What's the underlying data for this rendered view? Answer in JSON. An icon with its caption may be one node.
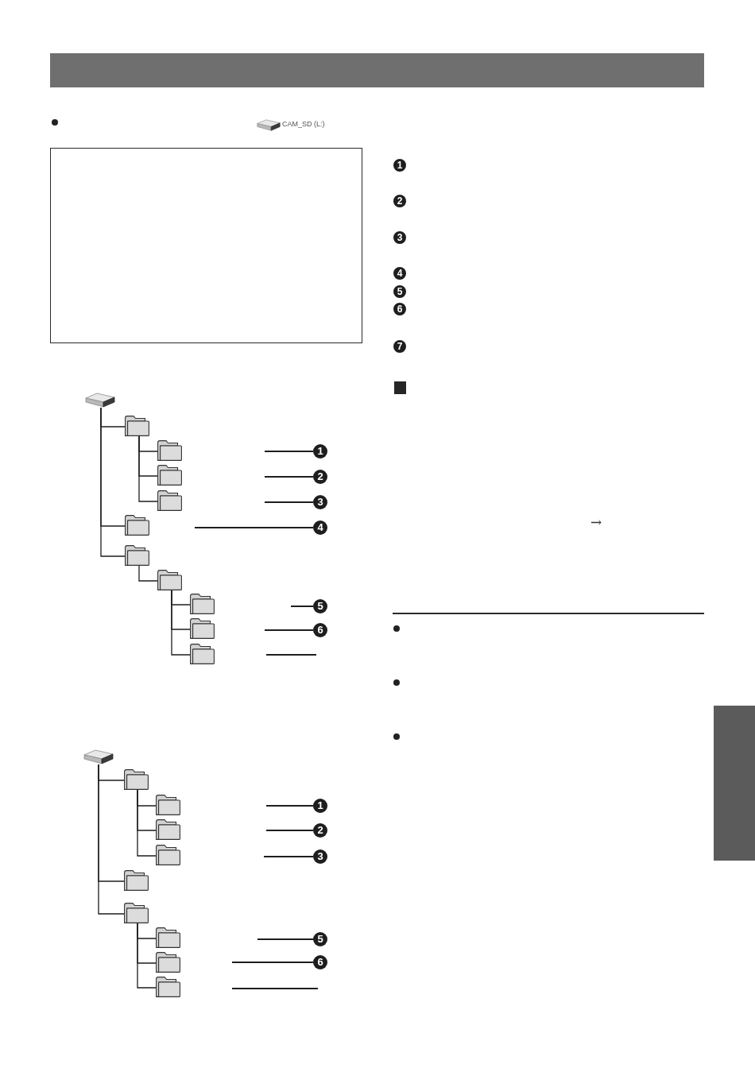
{
  "diagram": {
    "nodes": [
      {
        "text": [],
        "shape": "drive"
      },
      {
        "text": [],
        "shape": "folder"
      },
      {
        "text": [],
        "shape": "folder"
      },
      {
        "text": [
          "1"
        ]
      },
      {
        "text": [],
        "shape": "folder"
      },
      {
        "text": [
          "2"
        ]
      },
      {
        "text": [],
        "shape": "folder"
      },
      {
        "text": [
          "3"
        ]
      },
      {
        "text": [],
        "shape": "folder"
      },
      {
        "text": [
          "4"
        ]
      },
      {
        "text": [],
        "shape": "folder"
      },
      {
        "text": [],
        "shape": "folder"
      },
      {
        "text": [],
        "shape": "folder"
      },
      {
        "text": [
          "5"
        ]
      },
      {
        "text": [],
        "shape": "folder"
      },
      {
        "text": [
          "6"
        ]
      },
      {
        "text": [],
        "shape": "folder"
      },
      {
        "text": [],
        "shape": "drive"
      },
      {
        "text": [],
        "shape": "folder"
      },
      {
        "text": [],
        "shape": "folder"
      },
      {
        "text": [
          "1"
        ]
      },
      {
        "text": [],
        "shape": "folder"
      },
      {
        "text": [
          "2"
        ]
      },
      {
        "text": [],
        "shape": "folder"
      },
      {
        "text": [
          "3"
        ]
      },
      {
        "text": [],
        "shape": "folder"
      },
      {
        "text": [],
        "shape": "folder"
      },
      {
        "text": [],
        "shape": "folder"
      },
      {
        "text": [
          "5"
        ]
      },
      {
        "text": [],
        "shape": "folder"
      },
      {
        "text": [
          "6"
        ]
      },
      {
        "text": [],
        "shape": "folder"
      },
      {
        "text": [
          "1"
        ]
      },
      {
        "text": [
          "2"
        ]
      },
      {
        "text": [
          "3"
        ]
      },
      {
        "text": [
          "4"
        ]
      },
      {
        "text": [
          "5"
        ]
      },
      {
        "text": [
          "6"
        ]
      },
      {
        "text": [
          "7"
        ]
      },
      {
        "text": [],
        "shape": "bar"
      }
    ],
    "edges": [
      {
        "from": 0,
        "to": 1,
        "arrow": "none"
      },
      {
        "from": 1,
        "to": 2,
        "arrow": "none"
      },
      {
        "from": 3,
        "to": null,
        "arrow": "none"
      },
      {
        "from": 1,
        "to": 4,
        "arrow": "none"
      },
      {
        "from": 5,
        "to": null,
        "arrow": "none"
      },
      {
        "from": 1,
        "to": 6,
        "arrow": "none"
      },
      {
        "from": 7,
        "to": null,
        "arrow": "none"
      },
      {
        "from": 0,
        "to": 8,
        "arrow": "none"
      },
      {
        "from": 9,
        "to": null,
        "arrow": "none"
      },
      {
        "from": 0,
        "to": 10,
        "arrow": "none"
      },
      {
        "from": 10,
        "to": 11,
        "arrow": "none"
      },
      {
        "from": 11,
        "to": 12,
        "arrow": "none"
      },
      {
        "from": 13,
        "to": null,
        "arrow": "none"
      },
      {
        "from": 11,
        "to": 14,
        "arrow": "none"
      },
      {
        "from": 15,
        "to": null,
        "arrow": "none"
      },
      {
        "from": 11,
        "to": 16,
        "arrow": "none"
      },
      {
        "from": 17,
        "to": 18,
        "arrow": "none"
      },
      {
        "from": 18,
        "to": 19,
        "arrow": "none"
      },
      {
        "from": 20,
        "to": null,
        "arrow": "none"
      },
      {
        "from": 18,
        "to": 21,
        "arrow": "none"
      },
      {
        "from": 22,
        "to": null,
        "arrow": "none"
      },
      {
        "from": 18,
        "to": 23,
        "arrow": "none"
      },
      {
        "from": 24,
        "to": null,
        "arrow": "none"
      },
      {
        "from": 17,
        "to": 25,
        "arrow": "none"
      },
      {
        "from": 17,
        "to": 26,
        "arrow": "none"
      },
      {
        "from": 26,
        "to": 27,
        "arrow": "none"
      },
      {
        "from": 28,
        "to": null,
        "arrow": "none"
      },
      {
        "from": 26,
        "to": 29,
        "arrow": "none"
      },
      {
        "from": 30,
        "to": null,
        "arrow": "none"
      },
      {
        "from": 26,
        "to": 31,
        "arrow": "none"
      }
    ],
    "labels": [
      "CAM_SD (L:)",
      "→"
    ]
  }
}
